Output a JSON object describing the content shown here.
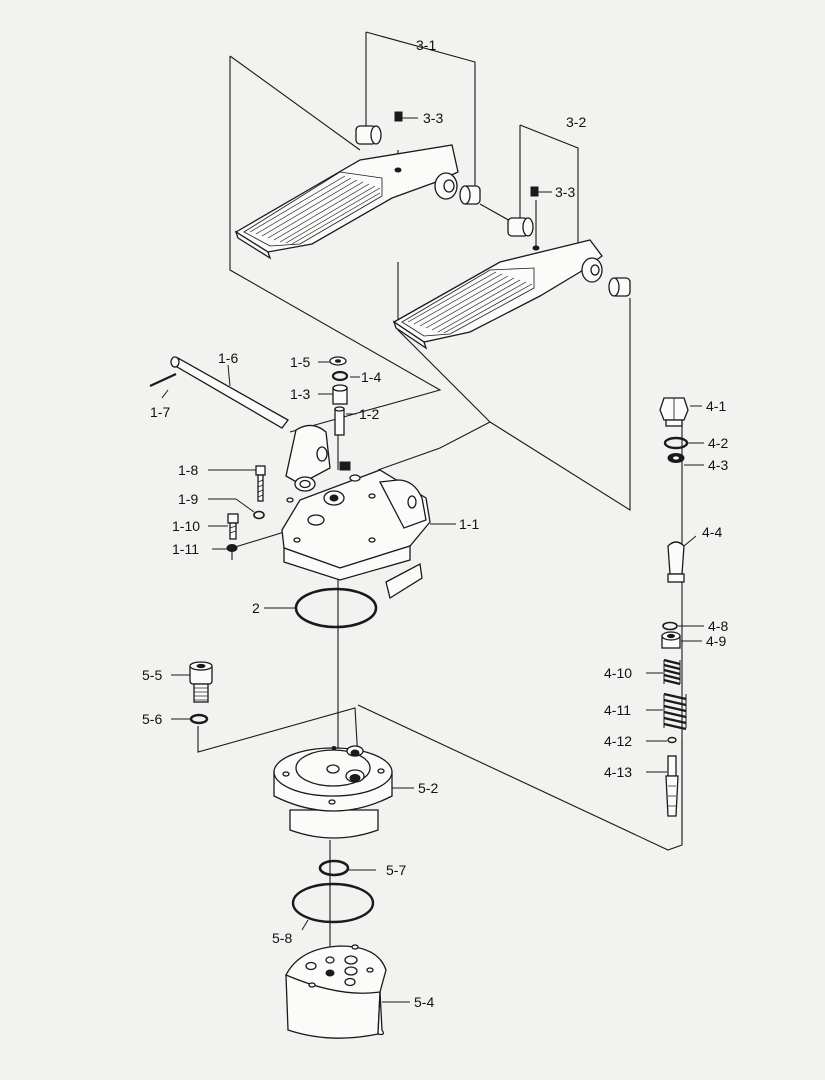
{
  "labels": {
    "l_3_1": "3-1",
    "l_3_2": "3-2",
    "l_3_3a": "3-3",
    "l_3_3b": "3-3",
    "l_1_6": "1-6",
    "l_1_7": "1-7",
    "l_1_5": "1-5",
    "l_1_4": "1-4",
    "l_1_3": "1-3",
    "l_1_2": "1-2",
    "l_1_8": "1-8",
    "l_1_9": "1-9",
    "l_1_10": "1-10",
    "l_1_11": "1-11",
    "l_1_1": "1-1",
    "l_2": "2",
    "l_4_1": "4-1",
    "l_4_2": "4-2",
    "l_4_3": "4-3",
    "l_4_4": "4-4",
    "l_4_8": "4-8",
    "l_4_9": "4-9",
    "l_4_10": "4-10",
    "l_4_11": "4-11",
    "l_4_12": "4-12",
    "l_4_13": "4-13",
    "l_5_5": "5-5",
    "l_5_6": "5-6",
    "l_5_2": "5-2",
    "l_5_7": "5-7",
    "l_5_8": "5-8",
    "l_5_4": "5-4"
  }
}
